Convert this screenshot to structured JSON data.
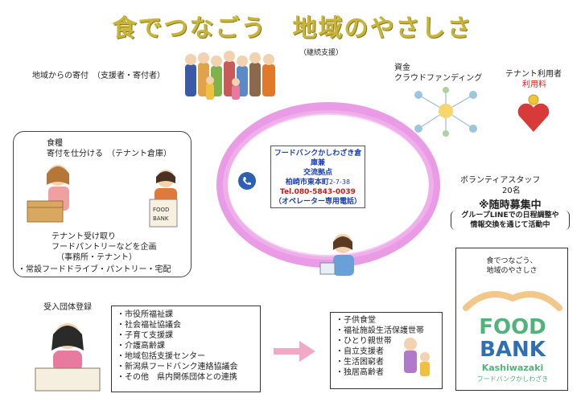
{
  "title": "食でつなごう　地域のやさしさ",
  "subtitle": "（継続支援）",
  "donation_label": "地域からの寄付　（支援者・寄付者）",
  "funding": {
    "line1": "資金",
    "line2": "クラウドファンディング"
  },
  "tenant_fee": {
    "line1": "テナント利用者",
    "line2": "利用料"
  },
  "warehouse_box": {
    "line1": "食糧",
    "line2": "寄付を仕分ける　（テナント倉庫）",
    "line3": "テナント受け取り",
    "line4": "フードパントリーなどを企画",
    "line5": "（事務所・テナント）",
    "line6": "・常設フードドライブ・パントリー・宅配",
    "bag_text": "FOOD BANK"
  },
  "center": {
    "line1": "フードバンクかしわざき倉庫兼",
    "line2": "交流拠点",
    "line3": "柏崎市東本町",
    "line3b": "2-7-38",
    "tel_prefix": "Tel.",
    "tel": "080-5843-0039",
    "line5": "（オペレーター専用電話）"
  },
  "volunteer": {
    "line1": "ボランティアスタッフ",
    "line2": "20名",
    "line3": "※随時募集中",
    "line4": "グループLINEでの日程調整や",
    "line5": "情報交換を通じて活動中"
  },
  "recipient_label": "受入団体登録",
  "organizations": [
    "・市役所福祉課",
    "・社会福祉協議会",
    "・子育て支援課",
    "・介護高齢課",
    "・地域包括支援センター",
    "・新潟県フードバンク連絡協議会",
    "・その他　県内関係団体との連携"
  ],
  "beneficiaries": [
    "・子供食堂",
    "・福祉施設生活保護世帯",
    "・ひとり親世帯",
    "・自立支援者",
    "・生活困窮者",
    "・独居高齢者"
  ],
  "logo": {
    "slogan1": "食でつなごう、",
    "slogan2": "地域のやさしさ",
    "brand1": "FOOD",
    "brand2": "BANK",
    "brand3": "Kashiwazaki",
    "brand4": "フードバンクかしわざき"
  },
  "colors": {
    "title": "#c9b43a",
    "ring": "#e58be0",
    "arrow": "#f2a9c8",
    "logo_green": "#4fb37a",
    "logo_blue": "#2f6fb3",
    "heart": "#d83a3a"
  }
}
